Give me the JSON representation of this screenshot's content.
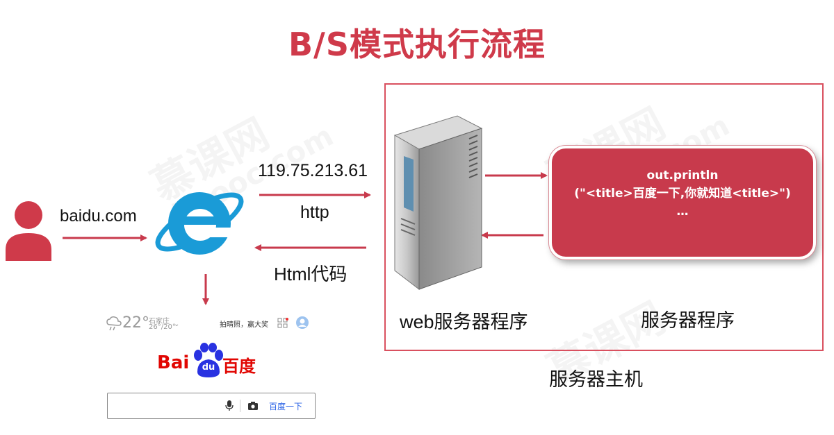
{
  "title": "B/S模式执行流程",
  "watermark": {
    "text1": "慕课网",
    "text2": "imooc.com"
  },
  "user": {
    "url_label": "baidu.com"
  },
  "request": {
    "ip_label": "119.75.213.61",
    "protocol_label": "http"
  },
  "response": {
    "label": "Html代码"
  },
  "server": {
    "web_label": "web服务器程序",
    "app_label": "服务器程序",
    "host_label": "服务器主机"
  },
  "code": {
    "line1": "out.println",
    "line2": "(\"<title>百度一下,你就知道<title>\")",
    "line3": "…"
  },
  "baidu": {
    "temperature": "22°",
    "city": "石家庄",
    "temp_range": "26°/20°",
    "promo": "拍晴照，赢大奖",
    "logo_bai": "Bai",
    "logo_du": "du",
    "logo_cn": "百度",
    "search_button": "百度一下"
  },
  "colors": {
    "accent": "#cf3a4a",
    "arrow": "#c83a4c",
    "ie_blue": "#1a9bd7"
  }
}
